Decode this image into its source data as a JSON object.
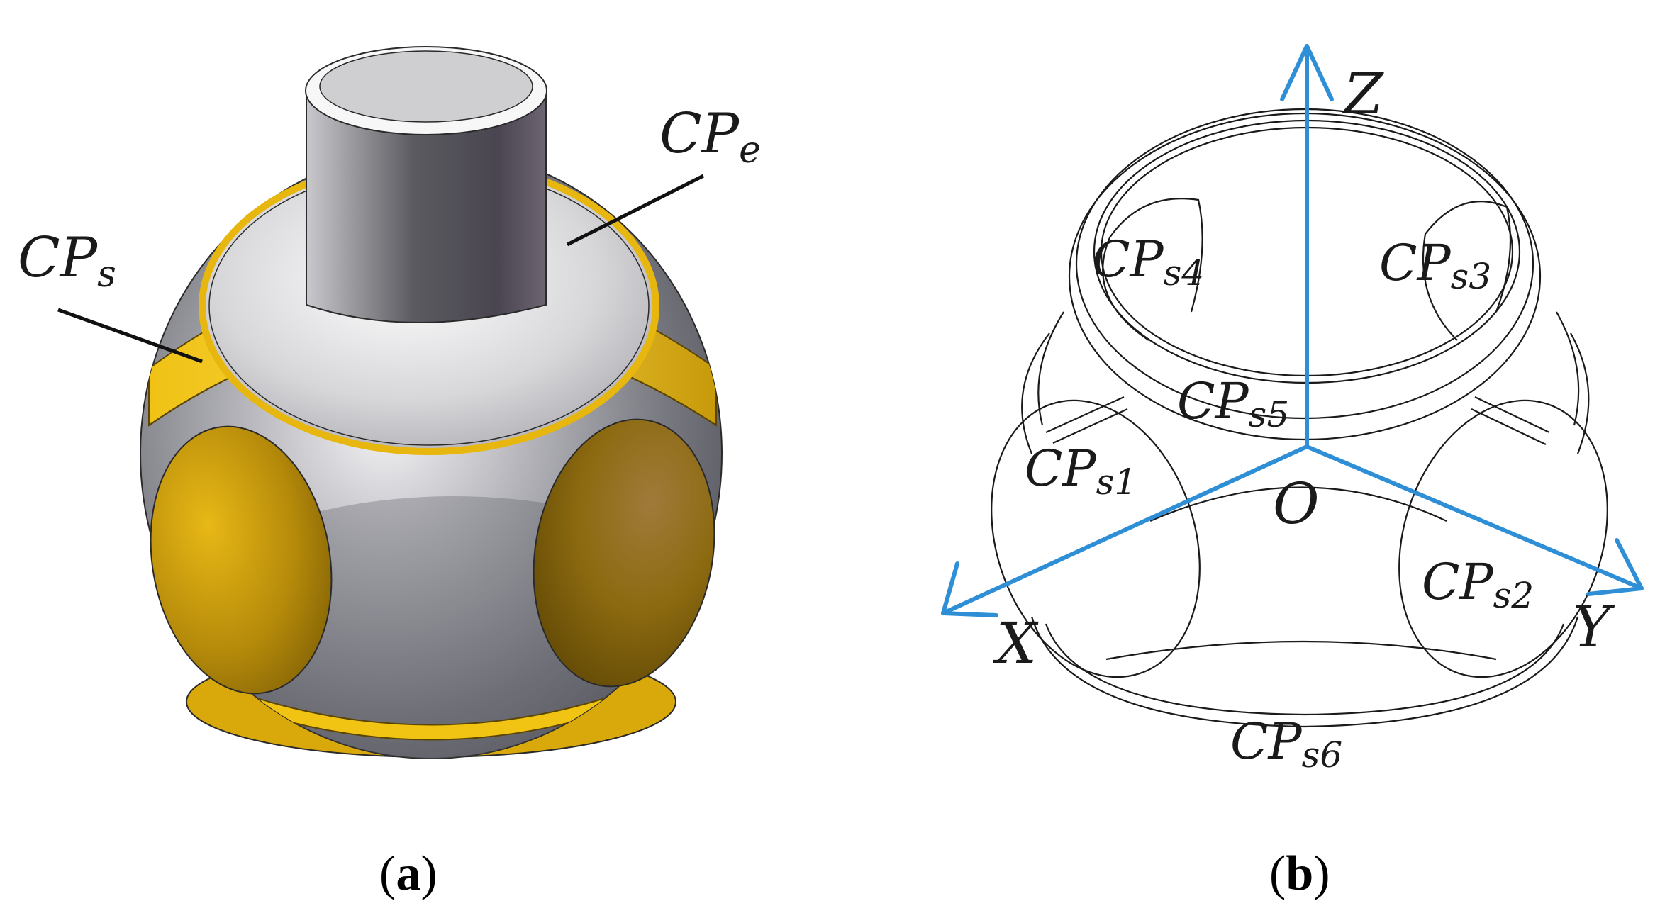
{
  "panel_a": {
    "caption_open": "(",
    "caption_letter": "a",
    "caption_close": ")",
    "labels": {
      "cp_e": {
        "base": "CP",
        "sub": "e"
      },
      "cp_s": {
        "base": "CP",
        "sub": "s"
      }
    }
  },
  "panel_b": {
    "caption_open": "(",
    "caption_letter": "b",
    "caption_close": ")",
    "axes": {
      "z": "Z",
      "x": "X",
      "y": "Y",
      "origin": "O"
    },
    "labels": {
      "cp_s1": {
        "base": "CP",
        "sub": "s1"
      },
      "cp_s2": {
        "base": "CP",
        "sub": "s2"
      },
      "cp_s3": {
        "base": "CP",
        "sub": "s3"
      },
      "cp_s4": {
        "base": "CP",
        "sub": "s4"
      },
      "cp_s5": {
        "base": "CP",
        "sub": "s5"
      },
      "cp_s6": {
        "base": "CP",
        "sub": "s6"
      }
    }
  },
  "colors": {
    "axis_blue": "#2f8fd6",
    "gold": "#e2b20f",
    "steel": "#8a8a92",
    "outline": "#1a1a1a"
  }
}
